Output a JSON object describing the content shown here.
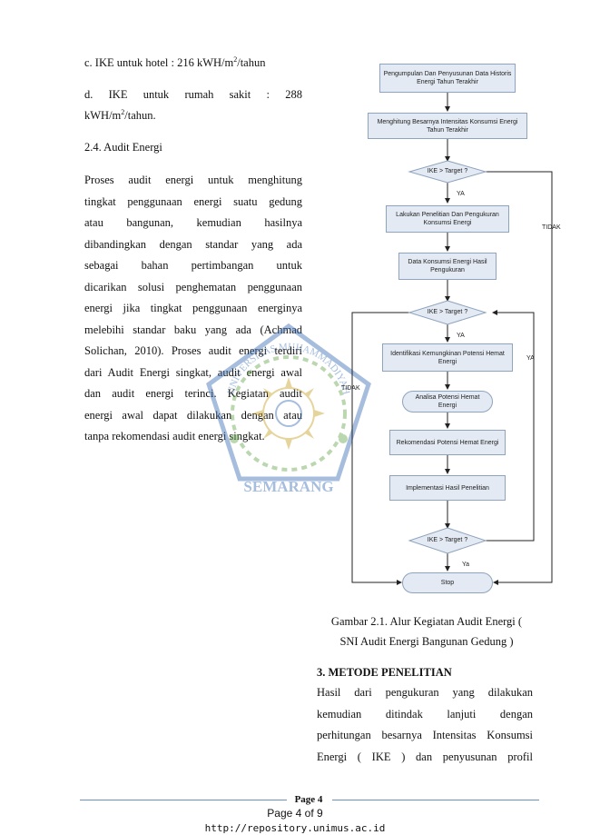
{
  "left_column": {
    "ike_hotel": {
      "prefix": "c. IKE  untuk hotel    : 216 kWH/m",
      "sup": "2",
      "suffix": "/tahun"
    },
    "ike_hospital_line1": {
      "w1": "d.",
      "w2": "IKE",
      "w3": "untuk",
      "w4": "rumah",
      "w5": "sakit",
      "w6": ":",
      "w7": "288"
    },
    "ike_hospital_line2": {
      "prefix": "kWH/m",
      "sup": "2",
      "suffix": "/tahun."
    },
    "section_heading": "2.4. Audit Energi",
    "paragraph_lines": [
      "Proses audit energi untuk menghitung",
      "tingkat penggunaan energi suatu gedung",
      "atau bangunan, kemudian hasilnya",
      "dibandingkan dengan standar yang ada",
      "sebagai bahan pertimbangan untuk",
      "dicarikan solusi penghematan penggunaan",
      "energi jika tingkat penggunaan energinya",
      "melebihi standar baku yang ada (Achmad",
      "Solichan, 2010). Proses audit energi terdiri",
      "dari Audit Energi singkat, audit energi awal",
      "dan audit energi terinci. Kegiatan audit",
      "energi awal dapat dilakukan dengan atau",
      "tanpa rekomendasi audit energi singkat."
    ]
  },
  "flowchart": {
    "box1": "Pengumpulan Dan Penyusunan Data Historis Energi Tahun Terakhir",
    "box2": "Menghitung Besarnya Intensitas Konsumsi Energi Tahun Terakhir",
    "decision1": "IKE > Target ?",
    "yes1": "YA",
    "no1": "TIDAK",
    "box3": "Lakukan Penelitian Dan Pengukuran Konsumsi Energi",
    "box4": "Data Konsumsi Energi Hasil Pengukuran",
    "decision2": "IKE > Target ?",
    "yes2": "YA",
    "no2": "TIDAK",
    "box5": "Identifikasi Kemungkinan Potensi Hemat Energi",
    "box6": "Analisa Potensi Hemat Energi",
    "box7": "Rekomendasi Potensi Hemat Energi",
    "box8": "Implementasi Hasil Penelitian",
    "decision3": "IKE > Target ?",
    "yes3": "Ya",
    "loop_label": "YA",
    "stop": "Stop"
  },
  "caption": {
    "line1": "Gambar 2.1. Alur Kegiatan Audit Energi (",
    "line2": "SNI Audit Energi Bangunan Gedung )"
  },
  "right_column": {
    "heading": "3.   METODE PENELITIAN",
    "paragraph_lines": [
      "Hasil dari pengukuran yang dilakukan",
      "kemudian ditindak lanjuti dengan",
      "perhitungan besarnya Intensitas Konsumsi",
      "Energi ( IKE ) dan penyusunan profil"
    ]
  },
  "watermark": {
    "top_text": "UNIVERSITAS MUHAMMADIYAH",
    "bottom_text": "SEMARANG",
    "colors": {
      "blue": "#3b6fb6",
      "green": "#6aa84f",
      "gold": "#c9a227"
    }
  },
  "footer": {
    "page_label": "Page 4",
    "page_of": "Page 4 of 9",
    "url": "http://repository.unimus.ac.id"
  }
}
